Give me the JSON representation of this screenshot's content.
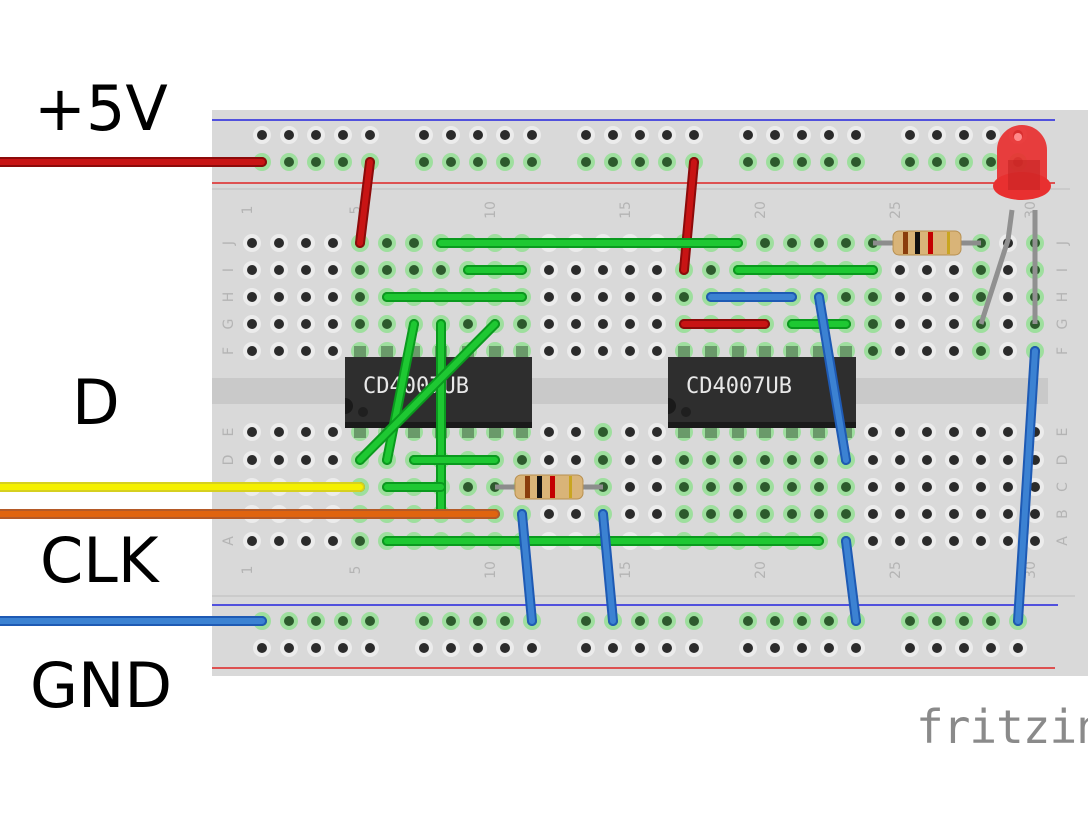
{
  "labels": {
    "power": "+5V",
    "data": "D",
    "clock": "CLK",
    "ground": "GND"
  },
  "chips": [
    {
      "part": "CD4007UB"
    },
    {
      "part": "CD4007UB"
    }
  ],
  "breadboard": {
    "row_letters_top": [
      "J",
      "I",
      "H",
      "G",
      "F"
    ],
    "row_letters_bottom": [
      "E",
      "D",
      "C",
      "B",
      "A"
    ],
    "column_numbers": [
      "1",
      "5",
      "10",
      "15",
      "20",
      "25",
      "30"
    ]
  },
  "resistor_bands": [
    "#8a3d0c",
    "#111111",
    "#c40000",
    "#c9a520"
  ],
  "wire_colors": {
    "red": "#c81414",
    "green": "#1ec832",
    "blue": "#3c82d2",
    "yellow": "#f5f000",
    "orange": "#e0640f"
  },
  "led_color": "#e83030",
  "logo": "fritzing"
}
